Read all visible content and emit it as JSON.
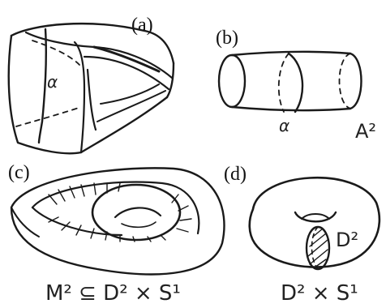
{
  "panels": [
    {
      "label": "(a)",
      "annotation": "α"
    },
    {
      "label": "(b)",
      "annotation": "α",
      "caption": "A²"
    },
    {
      "label": "(c)",
      "caption": "M² ⊆ D² × S¹"
    },
    {
      "label": "(d)",
      "annotation": "D²",
      "caption": "D² × S¹"
    }
  ],
  "colors": {
    "ink": "#1a1a1a",
    "background": "#ffffff"
  }
}
